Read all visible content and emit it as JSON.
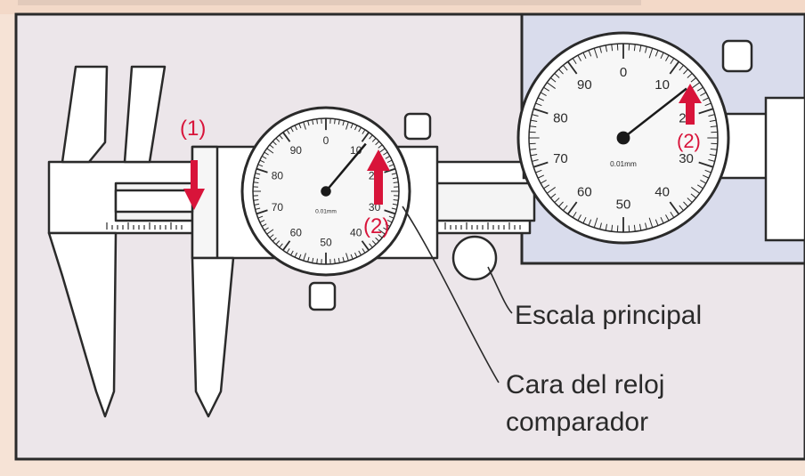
{
  "callouts": {
    "main_scale": "Escala principal",
    "dial_face_line1": "Cara del reloj",
    "dial_face_line2": "comparador"
  },
  "markers": {
    "step1": "(1)",
    "step2": "(2)"
  },
  "dial": {
    "numbers": [
      "0",
      "10",
      "20",
      "30",
      "40",
      "50",
      "60",
      "70",
      "80",
      "90"
    ],
    "resolution": "0.01mm"
  },
  "colors": {
    "accent_red": "#d8143a",
    "background": "#f6e3d6",
    "panel": "#ece6ea",
    "inset": "#d9dcec"
  }
}
